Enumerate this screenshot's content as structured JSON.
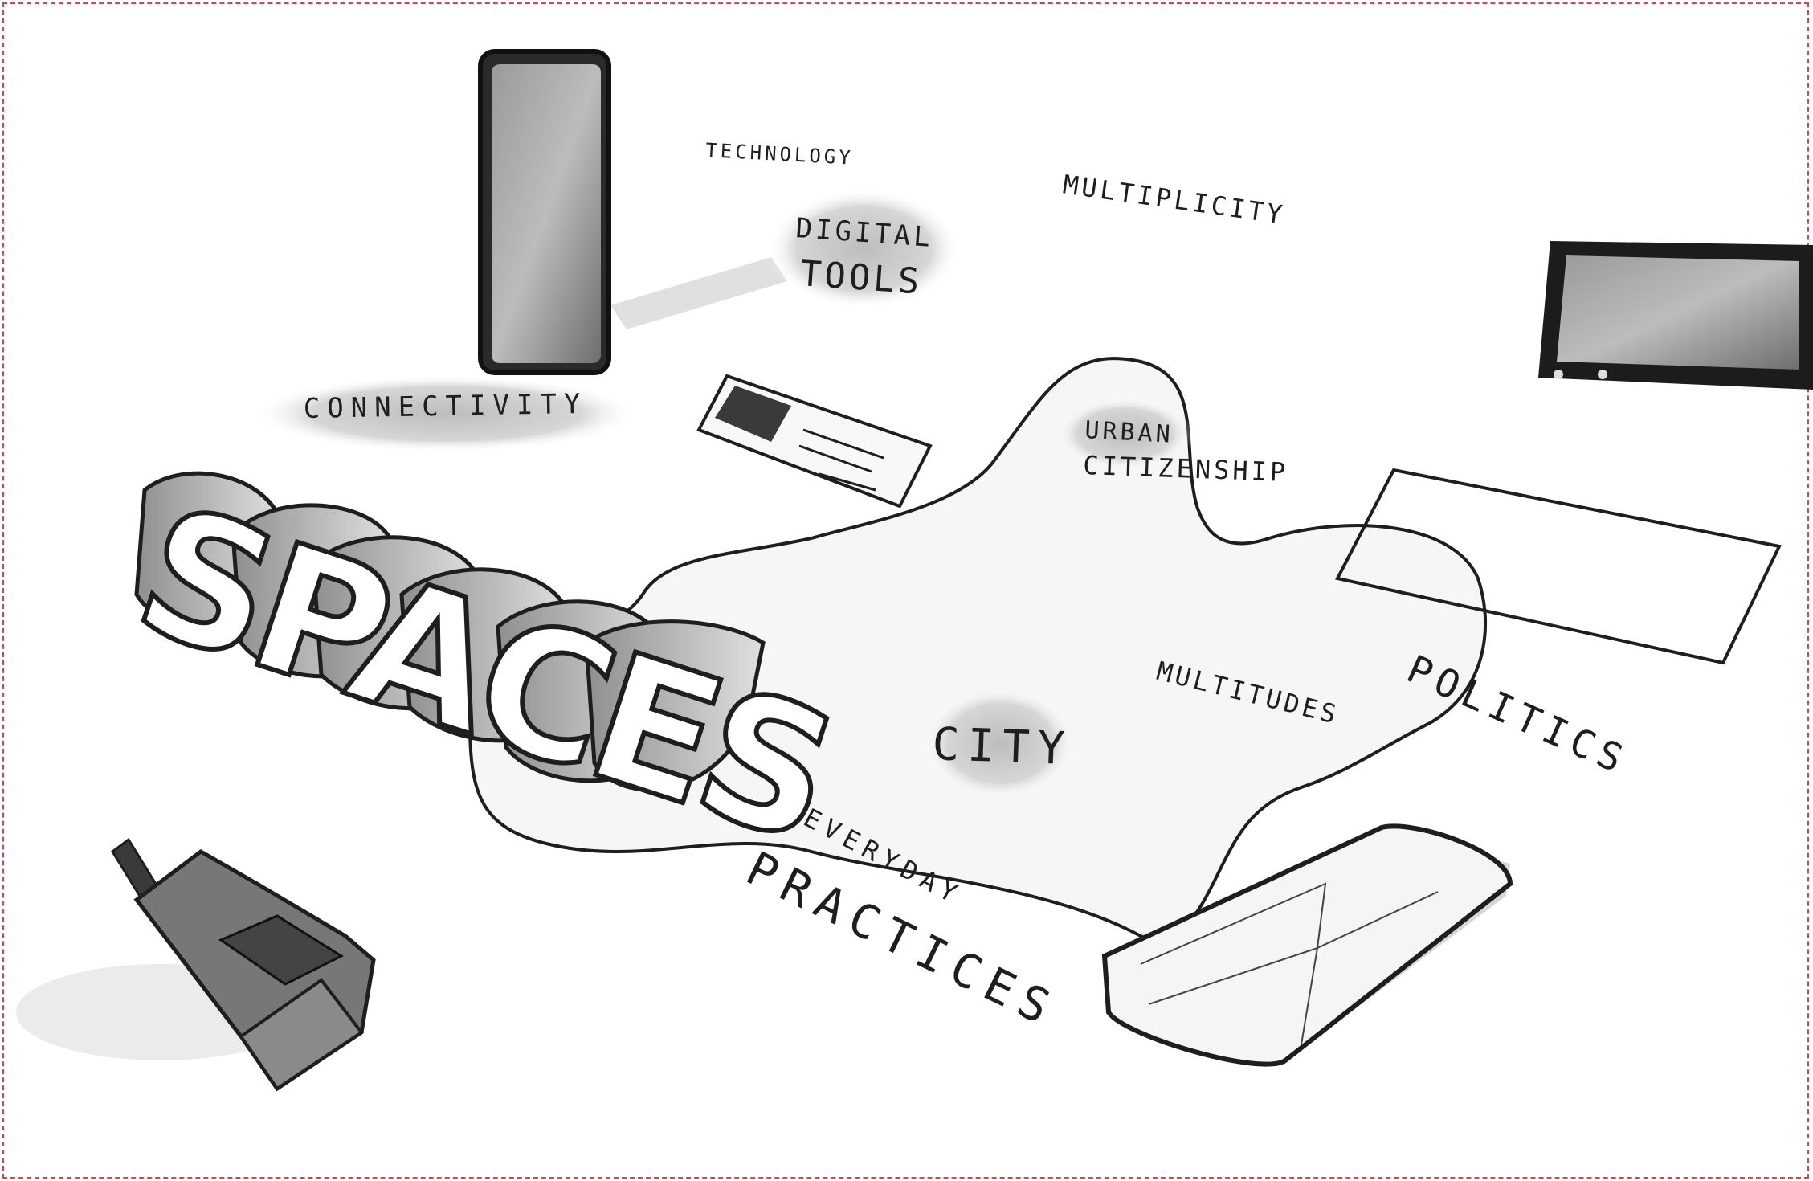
{
  "labels": {
    "spaces": "SPACES",
    "technology": "TECHNOLOGY",
    "digital": "DIGITAL",
    "tools": "TOOLS",
    "multiplicity": "MULTIPLICITY",
    "connectivity": "CONNECTIVITY",
    "urban": "URBAN",
    "citizenship": "CITIZENSHIP",
    "multitudes": "MULTITUDES",
    "politics": "POLITICS",
    "city": "CITY",
    "everyday": "EVERYDAY",
    "practices": "PRACTICES"
  },
  "icons": [
    "smartphone-tall-icon",
    "tablet-icon",
    "id-card-icon",
    "mobile-phone-old-icon",
    "smartphone-cracked-icon",
    "blank-card-icon",
    "city-blob-outline"
  ],
  "colors": {
    "ink": "#1e1e1e",
    "wash": "#cfcfcf",
    "frame": "#d9415a"
  }
}
